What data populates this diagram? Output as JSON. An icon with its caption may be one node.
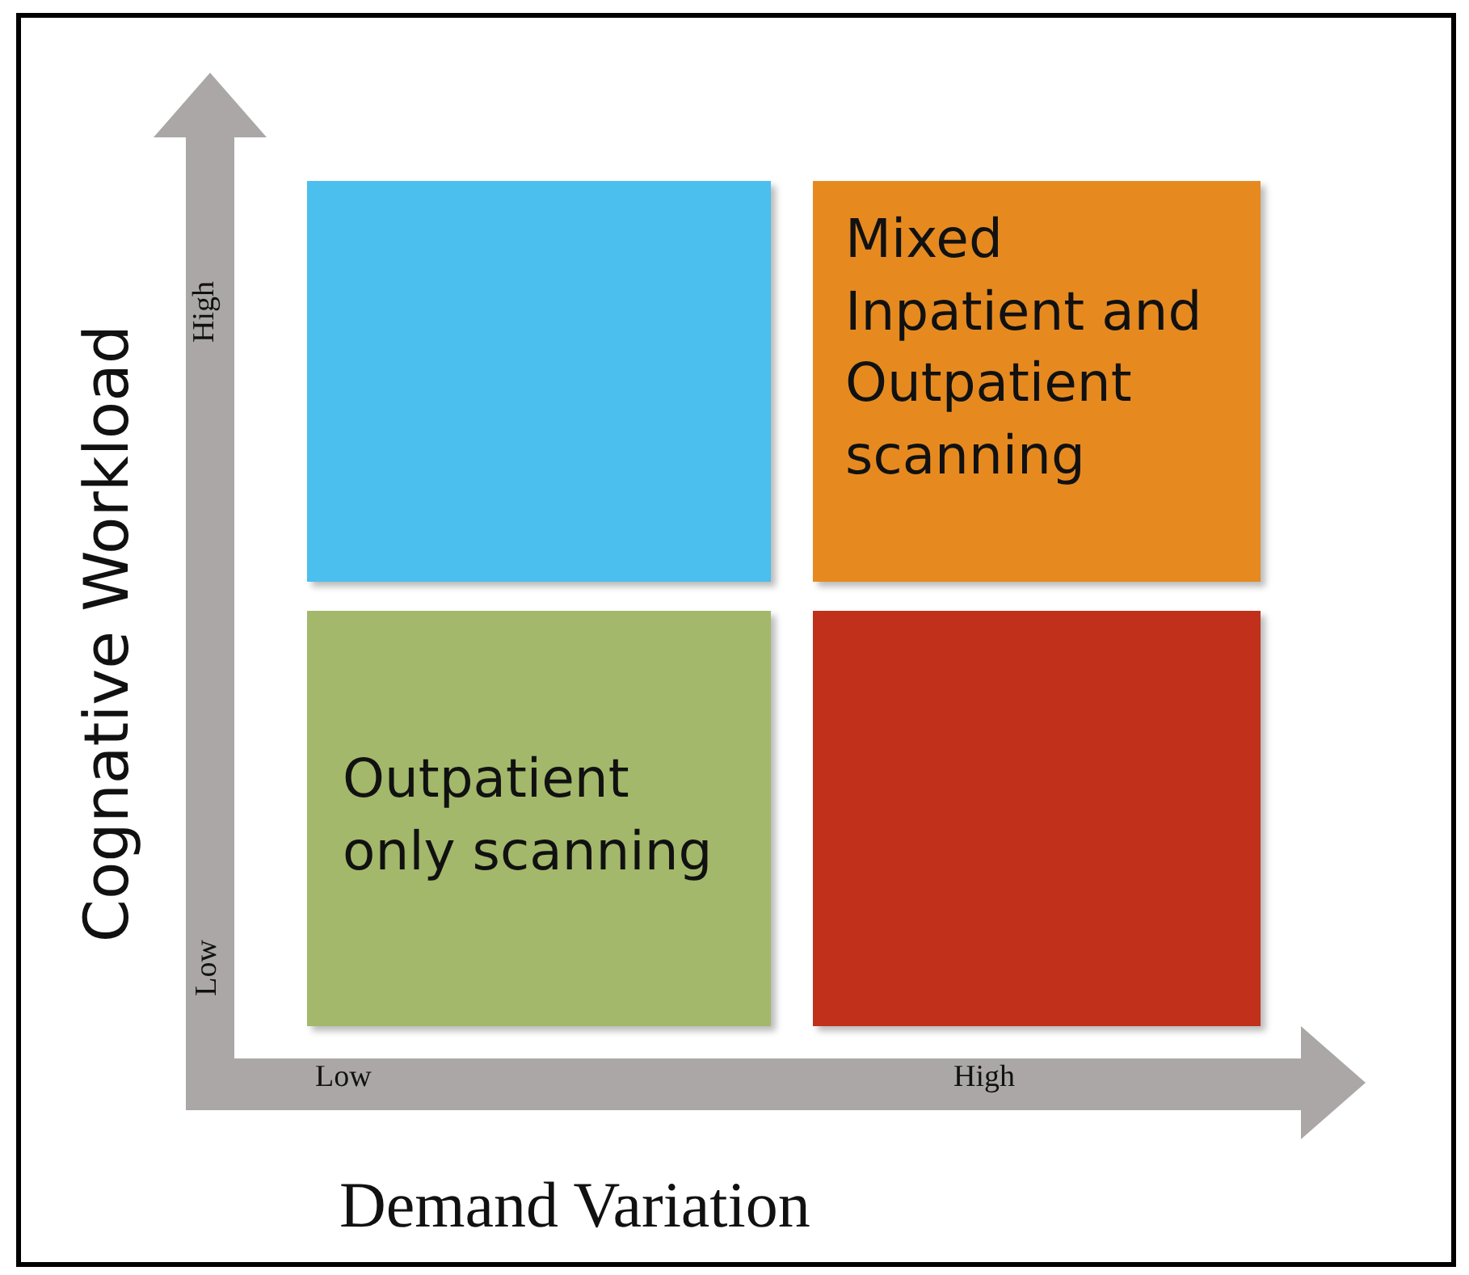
{
  "diagram": {
    "nodes": [
      {
        "text": [],
        "shape": "box"
      },
      {
        "text": [
          "Mixed Inpatient and Outpatient scanning"
        ]
      },
      {
        "text": [
          "Outpatient only scanning"
        ]
      },
      {
        "text": [],
        "shape": "box"
      }
    ],
    "labels": [
      "Cognative Workload",
      "High",
      "Low",
      "Low",
      "High",
      "Demand Variation"
    ]
  }
}
